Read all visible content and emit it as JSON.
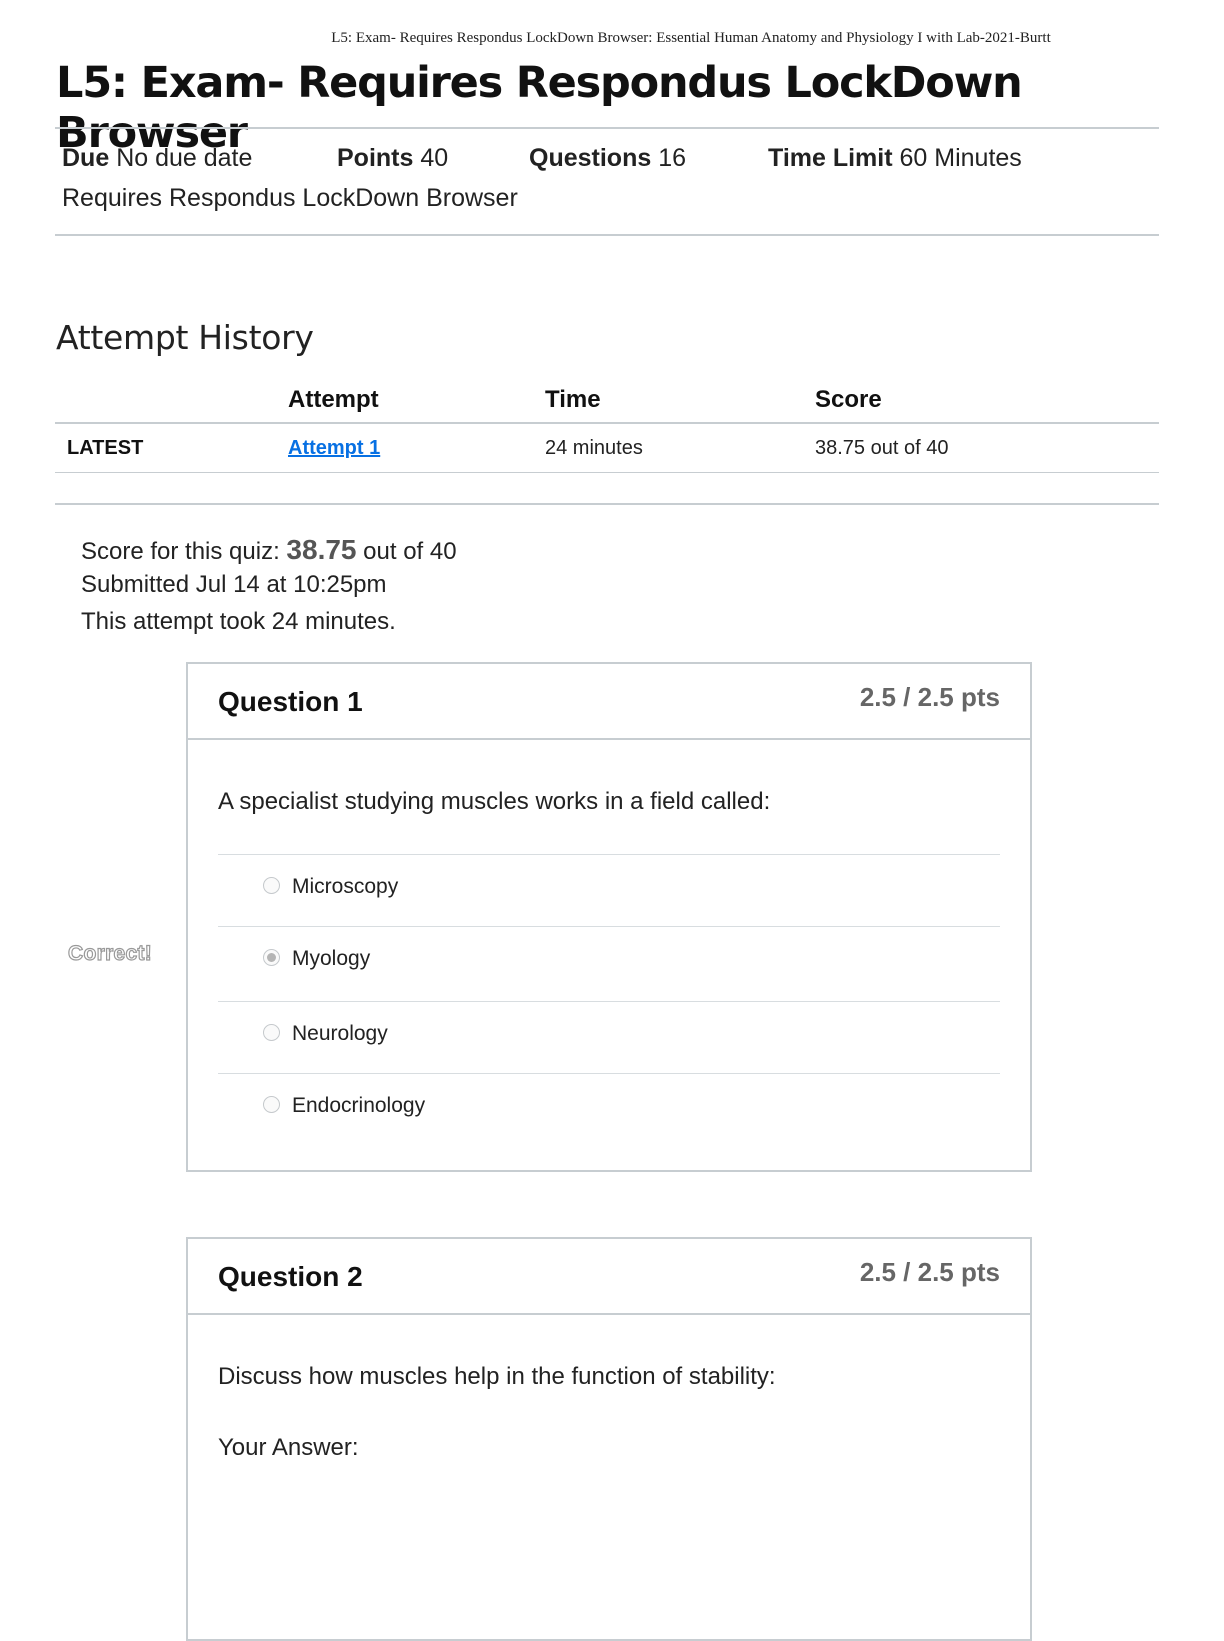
{
  "print_header": "L5: Exam- Requires Respondus LockDown Browser: Essential Human Anatomy and Physiology I with Lab-2021-Burtt",
  "page_title": "L5: Exam- Requires Respondus LockDown Browser",
  "meta": {
    "due_label": "Due",
    "due_value": "No due date",
    "points_label": "Points",
    "points_value": "40",
    "questions_label": "Questions",
    "questions_value": "16",
    "time_limit_label": "Time Limit",
    "time_limit_value": "60 Minutes",
    "requirement": "Requires Respondus LockDown Browser"
  },
  "attempt_history": {
    "title": "Attempt History",
    "columns": [
      "",
      "Attempt",
      "Time",
      "Score"
    ],
    "rows": [
      {
        "tag": "LATEST",
        "attempt": "Attempt 1",
        "time": "24 minutes",
        "score": "38.75 out of 40"
      }
    ]
  },
  "summary": {
    "score_prefix": "Score for this quiz: ",
    "score_value": "38.75",
    "score_suffix": " out of 40",
    "submitted": "Submitted Jul 14 at 10:25pm",
    "duration": "This attempt took 24 minutes."
  },
  "questions": [
    {
      "name": "Question 1",
      "points": "2.5 / 2.5 pts",
      "text": "A specialist studying muscles works in a field called:",
      "status": "Correct!",
      "answers": [
        {
          "label": "Microscopy",
          "selected": false
        },
        {
          "label": "Myology",
          "selected": true
        },
        {
          "label": "Neurology",
          "selected": false
        },
        {
          "label": "Endocrinology",
          "selected": false
        }
      ]
    },
    {
      "name": "Question 2",
      "points": "2.5 / 2.5 pts",
      "text": "Discuss how muscles help in the function of stability:",
      "your_answer_label": "Your Answer:"
    }
  ],
  "colors": {
    "link": "#0770e3",
    "rule": "#c7cdd1",
    "points_text": "#666666"
  }
}
